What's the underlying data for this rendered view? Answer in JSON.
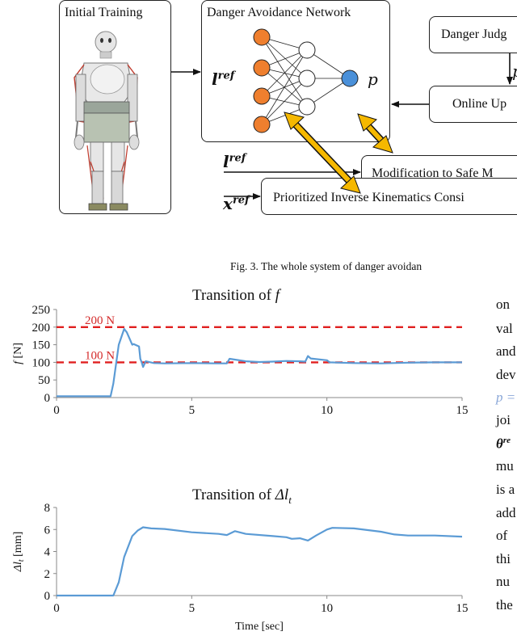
{
  "figure": {
    "initial_training": {
      "title": "Initial Training"
    },
    "network": {
      "title": "Danger Avoidance Network",
      "input_symbol": "l",
      "input_sup": "ref",
      "output_symbol": "p"
    },
    "danger_judge": {
      "title": "Danger Judg"
    },
    "online_update": {
      "title": "Online Up"
    },
    "modification": {
      "title": "Modification to Safe M"
    },
    "pik": {
      "title": "Prioritized Inverse Kinematics Consi"
    },
    "inputs": [
      {
        "symbol": "l",
        "sup": "ref"
      },
      {
        "symbol": "x",
        "sup": "ref"
      }
    ],
    "p_label": "p",
    "caption": "Fig. 3.    The whole system of danger avoidan"
  },
  "colors": {
    "neuron_input": "#ef7f2e",
    "neuron_output": "#4a90d9",
    "series": "#5b9bd5",
    "reference": "#e02020",
    "double_arrow": "#f5b800"
  },
  "chart_data": [
    {
      "type": "line",
      "title_prefix": "Transition of ",
      "title_symbol": "f",
      "xlabel": "",
      "ylabel_symbol": "f",
      "ylabel_unit": " [N]",
      "xlim": [
        0,
        15
      ],
      "ylim": [
        0,
        250
      ],
      "x_ticks": [
        0,
        5,
        10,
        15
      ],
      "y_ticks": [
        0,
        50,
        100,
        150,
        200,
        250
      ],
      "reference_lines": [
        {
          "value": 200,
          "label": "200 N"
        },
        {
          "value": 100,
          "label": "100 N"
        }
      ],
      "series": [
        {
          "x": [
            0,
            2.0,
            2.1,
            2.3,
            2.5,
            2.6,
            2.8,
            2.85,
            3.05,
            3.1,
            3.15,
            3.2,
            3.3,
            3.6,
            4.0,
            5.0,
            6.0,
            6.3,
            6.4,
            7.0,
            7.5,
            8.0,
            8.5,
            9.0,
            9.2,
            9.3,
            9.4,
            10.0,
            10.1,
            11.0,
            12.0,
            13.0,
            14.0,
            15.0
          ],
          "y": [
            4,
            4,
            40,
            150,
            195,
            185,
            150,
            152,
            145,
            110,
            100,
            87,
            103,
            98,
            97,
            98,
            97,
            97,
            110,
            103,
            101,
            102,
            104,
            103,
            102,
            118,
            111,
            106,
            100,
            98,
            97,
            99,
            100,
            100
          ]
        }
      ]
    },
    {
      "type": "line",
      "title_prefix": "Transition of ",
      "title_symbol": "Δl",
      "title_sub": "t",
      "xlabel": "Time [sec]",
      "ylabel_symbol": "Δl",
      "ylabel_sub": "t",
      "ylabel_unit": " [mm]",
      "xlim": [
        0,
        15
      ],
      "ylim": [
        0,
        8
      ],
      "x_ticks": [
        0,
        5,
        10,
        15
      ],
      "y_ticks": [
        0,
        2,
        4,
        6,
        8
      ],
      "series": [
        {
          "x": [
            0,
            2.1,
            2.3,
            2.5,
            2.8,
            3.0,
            3.2,
            3.5,
            4.0,
            5.0,
            6.0,
            6.3,
            6.6,
            7.0,
            8.0,
            8.5,
            8.7,
            9.0,
            9.3,
            9.6,
            10.0,
            10.2,
            11.0,
            12.0,
            12.5,
            13.0,
            14.0,
            15.0
          ],
          "y": [
            0,
            0,
            1.2,
            3.5,
            5.4,
            5.9,
            6.2,
            6.1,
            6.05,
            5.75,
            5.6,
            5.5,
            5.85,
            5.6,
            5.4,
            5.3,
            5.15,
            5.2,
            5.0,
            5.45,
            6.0,
            6.15,
            6.1,
            5.8,
            5.55,
            5.45,
            5.45,
            5.35
          ]
        }
      ]
    }
  ],
  "side_text": [
    "on",
    "val",
    "and",
    "dev",
    "p =",
    "joi",
    "θ",
    "mu",
    "is a",
    "add",
    "of",
    "thi",
    "nu",
    "the"
  ],
  "side_text_sup": "re"
}
